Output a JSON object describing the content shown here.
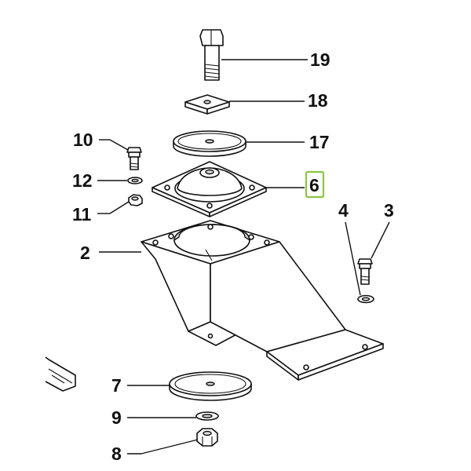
{
  "callouts": [
    {
      "number": "19"
    },
    {
      "number": "18"
    },
    {
      "number": "17"
    },
    {
      "number": "10"
    },
    {
      "number": "12"
    },
    {
      "number": "11"
    },
    {
      "number": "6",
      "highlighted": true
    },
    {
      "number": "4"
    },
    {
      "number": "3"
    },
    {
      "number": "2"
    },
    {
      "number": "7"
    },
    {
      "number": "9"
    },
    {
      "number": "8"
    }
  ],
  "highlight_color": "#8cc63f"
}
